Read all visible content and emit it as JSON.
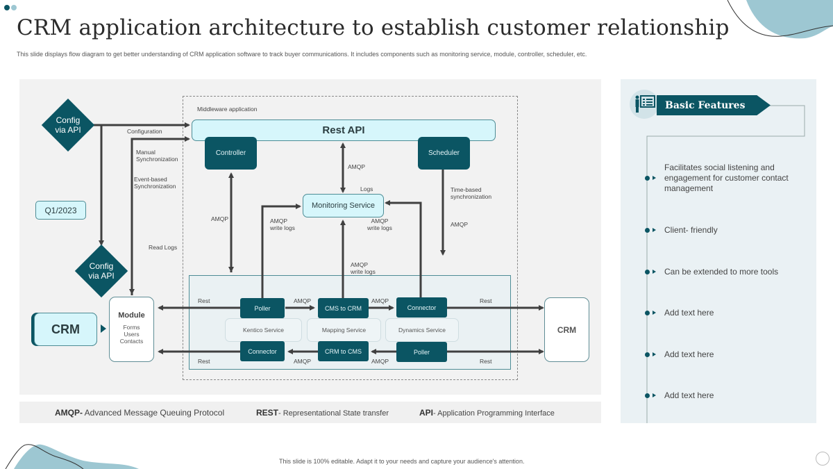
{
  "slide": {
    "title": "CRM application architecture to establish customer relationship",
    "subtitle": "This slide displays flow diagram to get better understanding of CRM  application software to track buyer communications. It includes components such as monitoring service, module, controller, scheduler, etc.",
    "footer": "This slide is 100% editable.  Adapt it to your needs and capture your audience's attention.",
    "colors": {
      "primary": "#0b5563",
      "light_cyan": "#d6f6fb",
      "accent_blob": "#9dc7d2",
      "panel_gray": "#f2f2f2",
      "features_bg": "#eaf1f4"
    }
  },
  "diagram": {
    "config_top": "Config\nvia API",
    "config_bottom": "Config\nvia API",
    "date_badge": "Q1/2023",
    "middleware_label": "Middleware  application",
    "rest_api": "Rest API",
    "controller": "Controller",
    "scheduler": "Scheduler",
    "monitoring_service": "Monitoring Service",
    "crm_left": "CRM",
    "crm_right": "CRM",
    "module": {
      "title": "Module",
      "items": [
        "Forms",
        "Users",
        "Contacts"
      ]
    },
    "services": {
      "poller_top": "Poller",
      "cms_to_crm": "CMS to CRM",
      "connector_top": "Connector",
      "kentico": "Kentico Service",
      "mapping": "Mapping Service",
      "dynamics": "Dynamics Service",
      "connector_bottom": "Connector",
      "crm_to_cms": "CRM to CMS",
      "poller_bottom": "Poller"
    },
    "labels": {
      "configuration": "Configuration",
      "manual_sync": "Manual\nSynchronization",
      "event_sync": "Event-based\nSynchronization",
      "read_logs": "Read Logs",
      "amqp_controller": "AMQP",
      "amqp_restapi": "AMQP",
      "logs": "Logs",
      "amqp_write_left": "AMQP\nwrite logs",
      "amqp_write_right": "AMQP\nwrite logs",
      "amqp_write_center": "AMQP\nwrite logs",
      "time_sync": "Time-based\nsynchronization",
      "amqp_scheduler": "AMQP",
      "rest_top_left": "Rest",
      "rest_bottom_left": "Rest",
      "rest_top_right": "Rest",
      "rest_bottom_right": "Rest",
      "amqp_top_1": "AMQP",
      "amqp_top_2": "AMQP",
      "amqp_bottom_1": "AMQP",
      "amqp_bottom_2": "AMQP"
    }
  },
  "legend": [
    {
      "abbr": "AMQP-",
      "text": " Advanced  Message Queuing  Protocol"
    },
    {
      "abbr": "REST",
      "text": "-  Representational State transfer"
    },
    {
      "abbr": "API",
      "text": "- Application Programming Interface"
    }
  ],
  "features": {
    "header": "Basic Features",
    "icon": "presentation-board-icon",
    "items": [
      "Facilitates social listening and engagement  for customer contact management",
      "Client- friendly",
      "Can be extended to more tools",
      "Add text here",
      "Add text here",
      "Add text here"
    ]
  }
}
